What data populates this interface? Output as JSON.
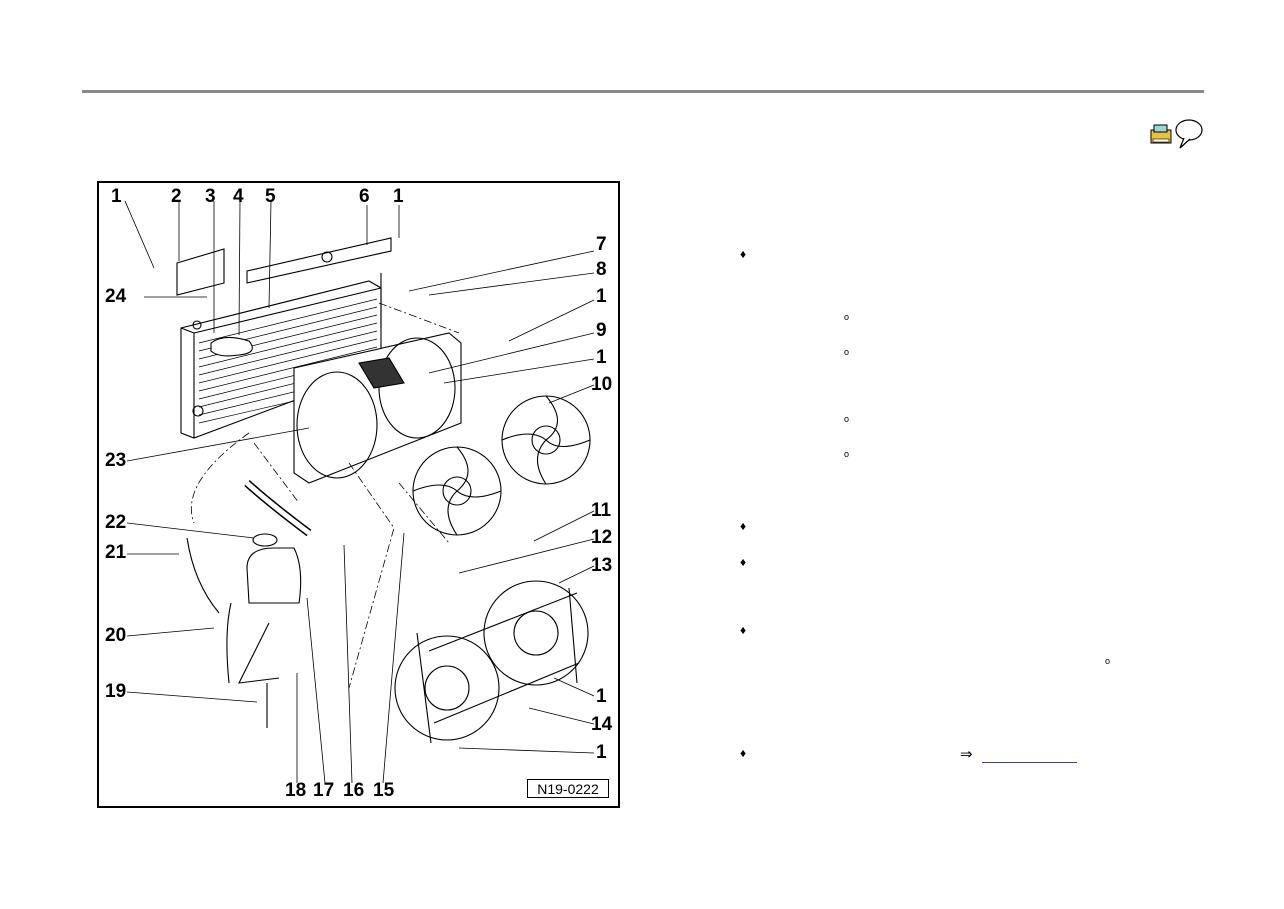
{
  "header": {
    "print_icon": "printer-icon",
    "help_icon": "speech-bubble-icon"
  },
  "figure": {
    "id": "N19-0222",
    "callouts": {
      "c1a": "1",
      "c2": "2",
      "c3": "3",
      "c4": "4",
      "c5": "5",
      "c6": "6",
      "c1b": "1",
      "c7": "7",
      "c8": "8",
      "c1c": "1",
      "c9": "9",
      "c1d": "1",
      "c10": "10",
      "c24": "24",
      "c23": "23",
      "c22": "22",
      "c21": "21",
      "c20": "20",
      "c19": "19",
      "c11": "11",
      "c12": "12",
      "c13": "13",
      "c1e": "1",
      "c14": "14",
      "c1f": "1",
      "c18": "18",
      "c17": "17",
      "c16": "16",
      "c15": "15"
    }
  },
  "text_panel": {
    "bullet_symbol": "♦",
    "sub_symbol": "o",
    "xref_arrow": "⇒"
  }
}
